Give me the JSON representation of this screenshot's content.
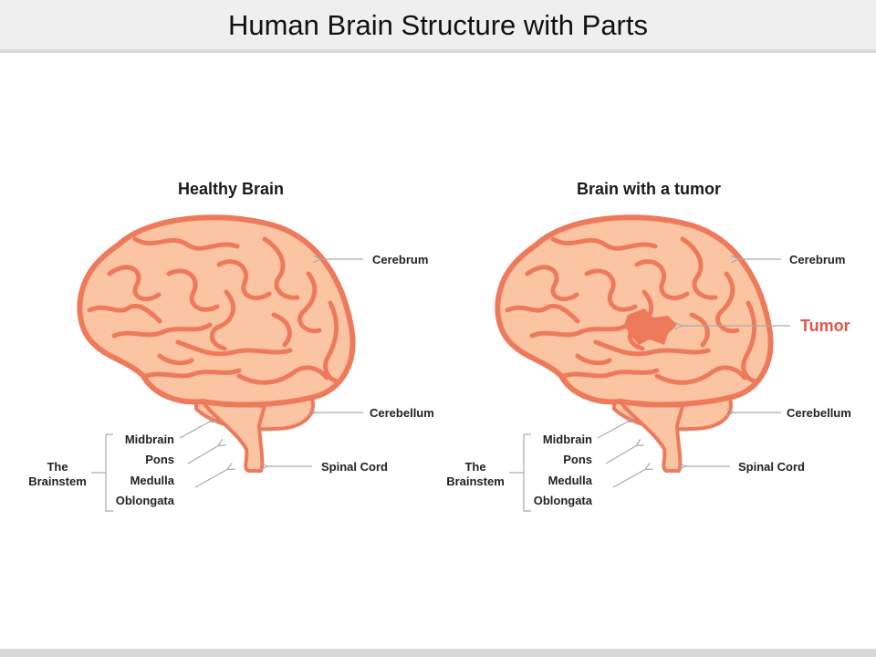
{
  "title": "Human Brain Structure with Parts",
  "colors": {
    "brain_fill": "#fbc4a2",
    "brain_outline": "#ee7a5c",
    "tumor": "#ee7a5c",
    "leader_line": "#aaaaaa"
  },
  "healthy": {
    "heading": "Healthy Brain",
    "cerebrum": "Cerebrum",
    "cerebellum": "Cerebellum",
    "spinal_cord": "Spinal Cord",
    "brainstem_1": "The",
    "brainstem_2": "Brainstem",
    "midbrain": "Midbrain",
    "pons": "Pons",
    "medulla": "Medulla",
    "oblongata": "Oblongata"
  },
  "tumor": {
    "heading": "Brain with a tumor",
    "cerebrum": "Cerebrum",
    "tumor": "Tumor",
    "cerebellum": "Cerebellum",
    "spinal_cord": "Spinal Cord",
    "brainstem_1": "The",
    "brainstem_2": "Brainstem",
    "midbrain": "Midbrain",
    "pons": "Pons",
    "medulla": "Medulla",
    "oblongata": "Oblongata"
  }
}
